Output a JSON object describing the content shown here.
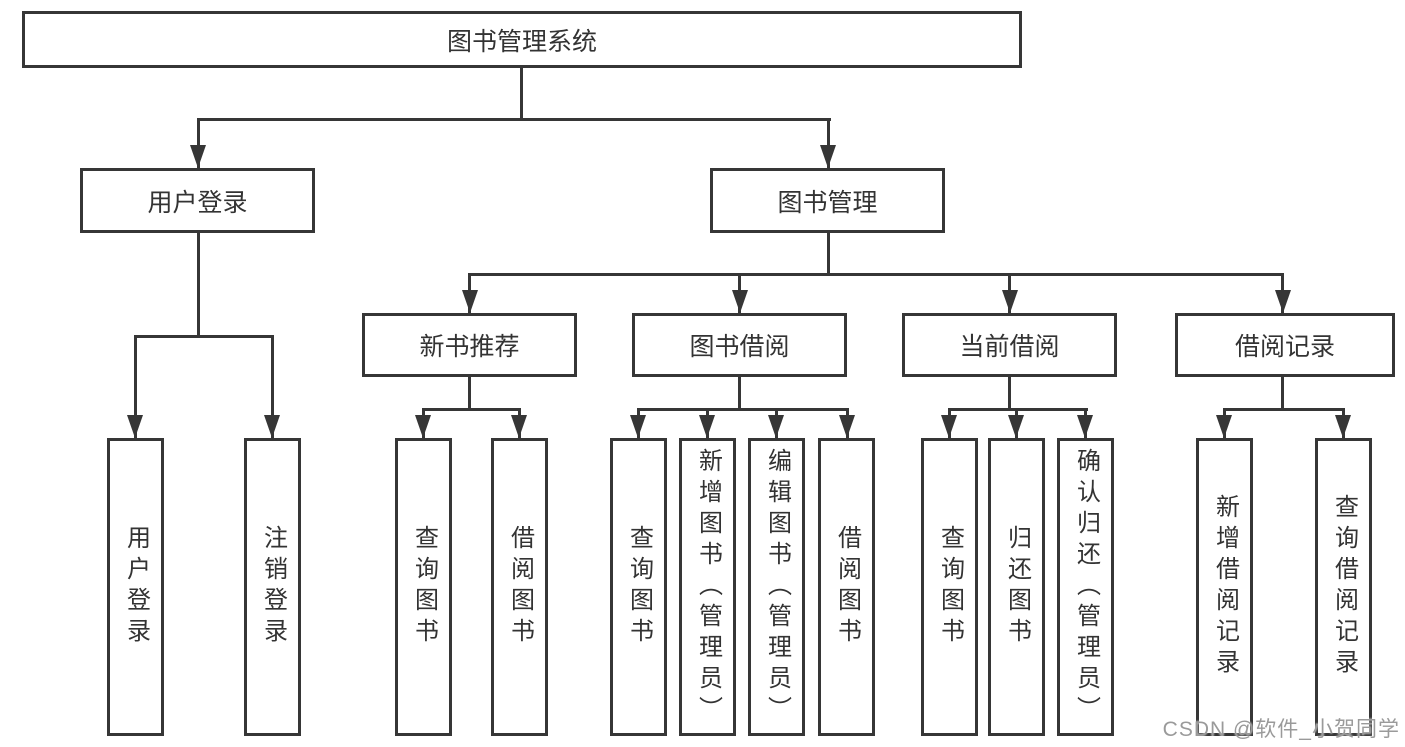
{
  "diagram_type": "functional-structure-chart",
  "colors": {
    "line": "#363636",
    "text": "#333333",
    "box_background": "#ffffff",
    "watermark": "#9a9a9a",
    "background": "#ffffff"
  },
  "watermark": "CSDN @软件_小贺同学",
  "tree": {
    "label": "图书管理系统",
    "children": [
      {
        "label": "用户登录",
        "children": [
          {
            "label": "用户登录"
          },
          {
            "label": "注销登录"
          }
        ]
      },
      {
        "label": "图书管理",
        "children": [
          {
            "label": "新书推荐",
            "children": [
              {
                "label": "查询图书"
              },
              {
                "label": "借阅图书"
              }
            ]
          },
          {
            "label": "图书借阅",
            "children": [
              {
                "label": "查询图书"
              },
              {
                "label": "新增图书（管理员）"
              },
              {
                "label": "编辑图书（管理员）"
              },
              {
                "label": "借阅图书"
              }
            ]
          },
          {
            "label": "当前借阅",
            "children": [
              {
                "label": "查询图书"
              },
              {
                "label": "归还图书"
              },
              {
                "label": "确认归还（管理员）"
              }
            ]
          },
          {
            "label": "借阅记录",
            "children": [
              {
                "label": "新增借阅记录"
              },
              {
                "label": "查询借阅记录"
              }
            ]
          }
        ]
      }
    ]
  }
}
